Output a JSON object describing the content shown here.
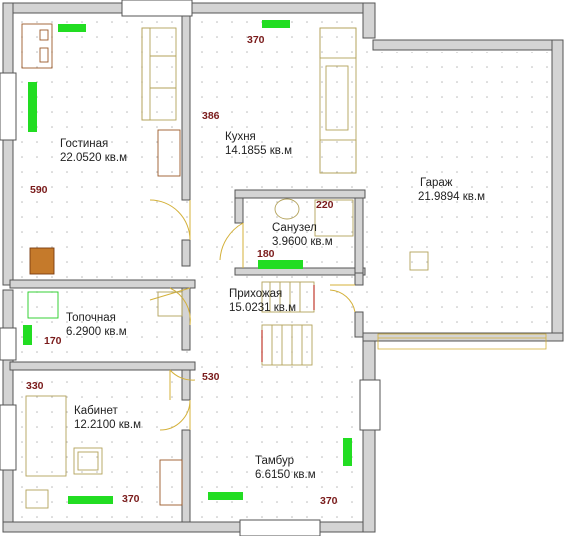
{
  "rooms": {
    "living": {
      "name": "Гостиная",
      "area": "22.0520 кв.м"
    },
    "kitchen": {
      "name": "Кухня",
      "area": "14.1855 кв.м"
    },
    "garage": {
      "name": "Гараж",
      "area": "21.9894 кв.м"
    },
    "bathroom": {
      "name": "Санузел",
      "area": "3.9600 кв.м"
    },
    "hall": {
      "name": "Прихожая",
      "area": "15.0231 кв.м"
    },
    "boiler": {
      "name": "Топочная",
      "area": "6.2900 кв.м"
    },
    "study": {
      "name": "Кабинет",
      "area": "12.2100 кв.м"
    },
    "vestibule": {
      "name": "Тамбур",
      "area": "6.6150 кв.м"
    }
  },
  "dimensions": {
    "kitchen_top": "370",
    "kitchen_left": "386",
    "living_height": "590",
    "bath_width": "220",
    "bath_bottom": "180",
    "boiler_height": "170",
    "study_top": "330",
    "middle_530": "530",
    "study_bottom": "370",
    "vestibule_bottom": "370"
  },
  "colors": {
    "wall": "#d4d4d4",
    "wall_edge": "#555555",
    "window": "#22dd22",
    "furniture": "#b3a25a",
    "dimension": "#7a1b1b"
  }
}
